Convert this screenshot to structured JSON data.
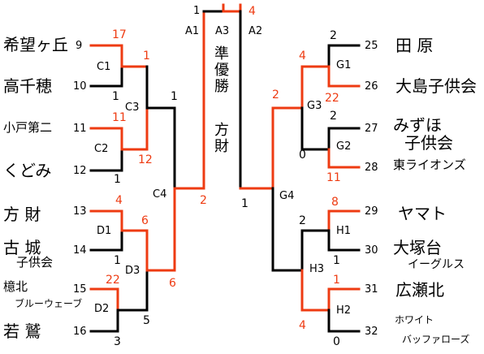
{
  "colors": {
    "win": "#ee3b12",
    "lose": "#000000"
  },
  "champion_banner": {
    "runner_up_label": "準優勝",
    "runner_up_team": "方財"
  },
  "teams": {
    "t9": "希望ヶ丘",
    "t10": "高千穂",
    "t11": "小戸第二",
    "t12": "くどみ",
    "t13": "方 財",
    "t14_line1": "古 城",
    "t14_line2": "子供会",
    "t15_line1": "檍北",
    "t15_line2": "ブルーウェーブ",
    "t16": "若 鷲",
    "t25": "田 原",
    "t26": "大島子供会",
    "t27_line1": "みずほ",
    "t27_line2": "子供会",
    "t28": "東ライオンズ",
    "t29": "ヤマト",
    "t30_line1": "大塚台",
    "t30_line2": "イーグルス",
    "t31": "広瀬北",
    "t32_line1": "ホワイト",
    "t32_line2": "バッファローズ"
  },
  "seeds": {
    "s1": "1",
    "s9": "9",
    "s10": "10",
    "s11": "11",
    "s12": "12",
    "s13": "13",
    "s14": "14",
    "s15": "15",
    "s16": "16",
    "s25": "25",
    "s26": "26",
    "s27": "27",
    "s28": "28",
    "s29": "29",
    "s30": "30",
    "s31": "31",
    "s32": "32"
  },
  "matches": {
    "A1": "A1",
    "A2": "A2",
    "A3": "A3",
    "C1": "C1",
    "C2": "C2",
    "C3": "C3",
    "C4": "C4",
    "D1": "D1",
    "D2": "D2",
    "D3": "D3",
    "G1": "G1",
    "G2": "G2",
    "G3": "G3",
    "G4": "G4",
    "H1": "H1",
    "H2": "H2",
    "H3": "H3"
  },
  "scores": {
    "a_left": "1",
    "a_right": "4",
    "c1_top": "17",
    "c1_bot": "1",
    "c2_top": "11",
    "c2_bot": "1",
    "c3_top": "1",
    "c3_bot": "12",
    "c4_top": "1",
    "c4_bot": "2",
    "d1_top": "4",
    "d1_bot": "1",
    "d2_top": "22",
    "d2_bot": "3",
    "d3_top": "6",
    "d3_bot": "5",
    "d3_out": "6",
    "g1_top": "2",
    "g1_bot": "22",
    "g2_top": "2",
    "g2_bot": "11",
    "g3_top": "4",
    "g3_bot": "0",
    "g4_top": "2",
    "g4_bot": "1",
    "h1_top": "8",
    "h1_bot": "1",
    "h2_top": "1",
    "h2_bot": "0",
    "h3_top": "2",
    "h3_bot": "4"
  }
}
